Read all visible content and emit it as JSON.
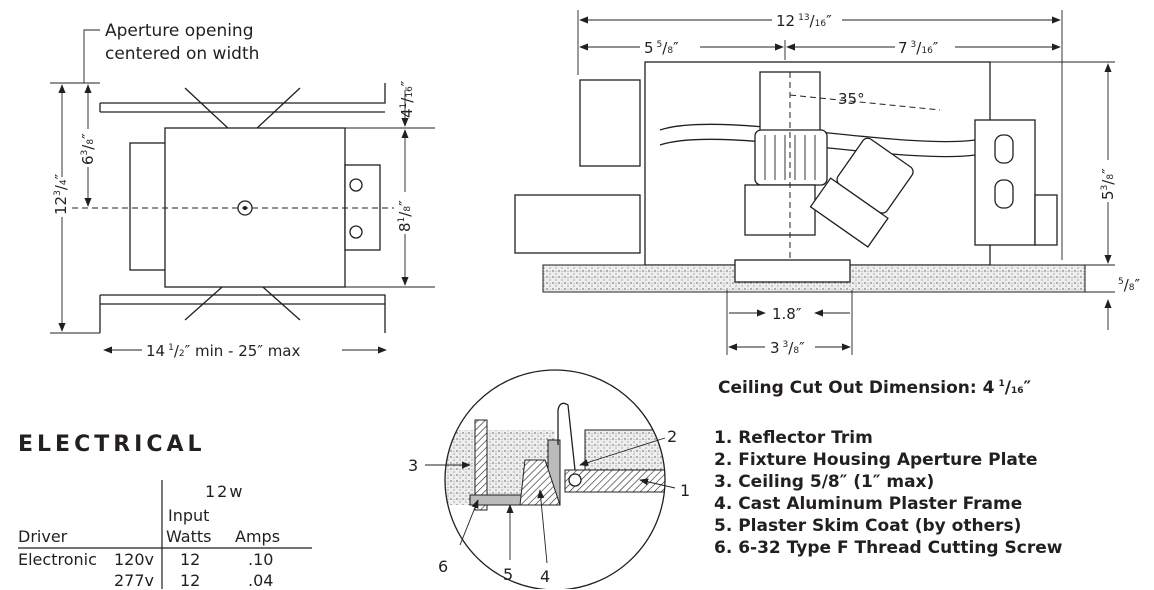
{
  "top_view": {
    "aperture_note_line1": "Aperture opening",
    "aperture_note_line2": "centered on width",
    "overall_length": {
      "whole": "12",
      "num": "3",
      "den": "4"
    },
    "half_length": {
      "whole": "6",
      "num": "3",
      "den": "8"
    },
    "top_offset": {
      "whole": "4",
      "num": "1",
      "den": "16"
    },
    "housing_length": {
      "whole": "8",
      "num": "1",
      "den": "8"
    },
    "width_range": {
      "whole": "14",
      "num": "1",
      "den": "2",
      "rest": "″ min - 25″ max"
    }
  },
  "side_view": {
    "overall_width": {
      "whole": "12",
      "num": "13",
      "den": "16"
    },
    "left_width": {
      "whole": "5",
      "num": "5",
      "den": "8"
    },
    "right_width": {
      "whole": "7",
      "num": "3",
      "den": "16"
    },
    "tilt_angle": "35°",
    "height": {
      "whole": "5",
      "num": "3",
      "den": "8"
    },
    "ceiling_thickness": {
      "num": "5",
      "den": "8"
    },
    "aperture": "1.8″",
    "trim_diameter": {
      "whole": "3",
      "num": "3",
      "den": "8"
    }
  },
  "cutout": {
    "label": "Ceiling Cut Out Dimension: 4",
    "num": "1",
    "den": "16"
  },
  "legend": [
    "1. Reflector Trim",
    "2. Fixture Housing Aperture Plate",
    "3. Ceiling 5/8″ (1″ max)",
    "4. Cast Aluminum Plaster Frame",
    "5. Plaster Skim Coat (by others)",
    "6. 6-32 Type F Thread Cutting Screw"
  ],
  "detail_callouts": [
    "1",
    "2",
    "3",
    "4",
    "5",
    "6"
  ],
  "electrical": {
    "title": "ELECTRICAL",
    "wattage": "12w",
    "col_driver": "Driver",
    "col_input_1": "Input",
    "col_input_2": "Watts",
    "col_amps": "Amps",
    "rows": [
      {
        "driver": "Electronic",
        "voltage": "120v",
        "watts": "12",
        "amps": ".10"
      },
      {
        "driver": "",
        "voltage": "277v",
        "watts": "12",
        "amps": ".04"
      }
    ]
  }
}
